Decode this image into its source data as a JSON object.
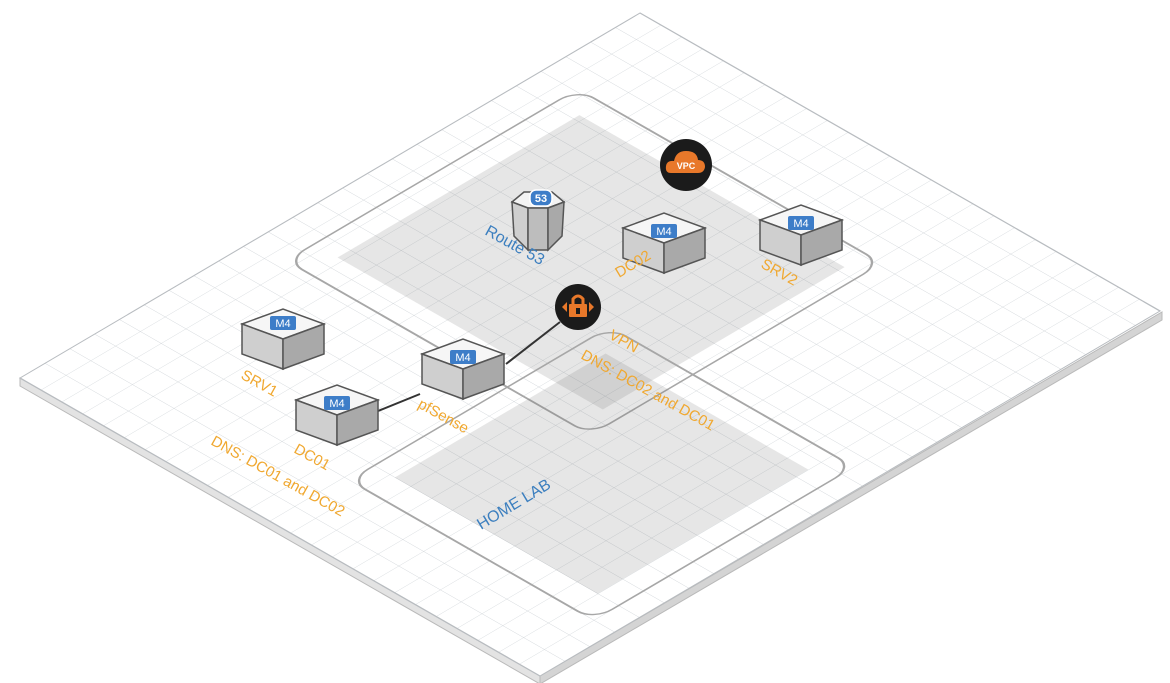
{
  "diagram": {
    "zones": {
      "vpc": {
        "icon_label": "VPC",
        "icon_name": "vpc-cloud-icon"
      },
      "home_lab": {
        "label": "HOME LAB"
      }
    },
    "nodes": {
      "srv1": {
        "chip": "M4",
        "label": "SRV1"
      },
      "dc01": {
        "chip": "M4",
        "label": "DC01",
        "dns": "DNS: DC01 and DC02"
      },
      "pfsense": {
        "chip": "M4",
        "label": "pfSense"
      },
      "dc02": {
        "chip": "M4",
        "label": "DC02"
      },
      "srv2": {
        "chip": "M4",
        "label": "SRV2"
      },
      "route53": {
        "chip": "53",
        "label": "Route 53"
      },
      "vpn": {
        "label": "VPN",
        "dns": "DNS: DC02 and DC01",
        "icon_name": "vpn-gateway-icon"
      }
    },
    "colors": {
      "label_orange": "#f0a830",
      "label_blue": "#3c7fbf",
      "aws_orange": "#e8782a",
      "chip_blue": "#3d7dc8"
    }
  }
}
